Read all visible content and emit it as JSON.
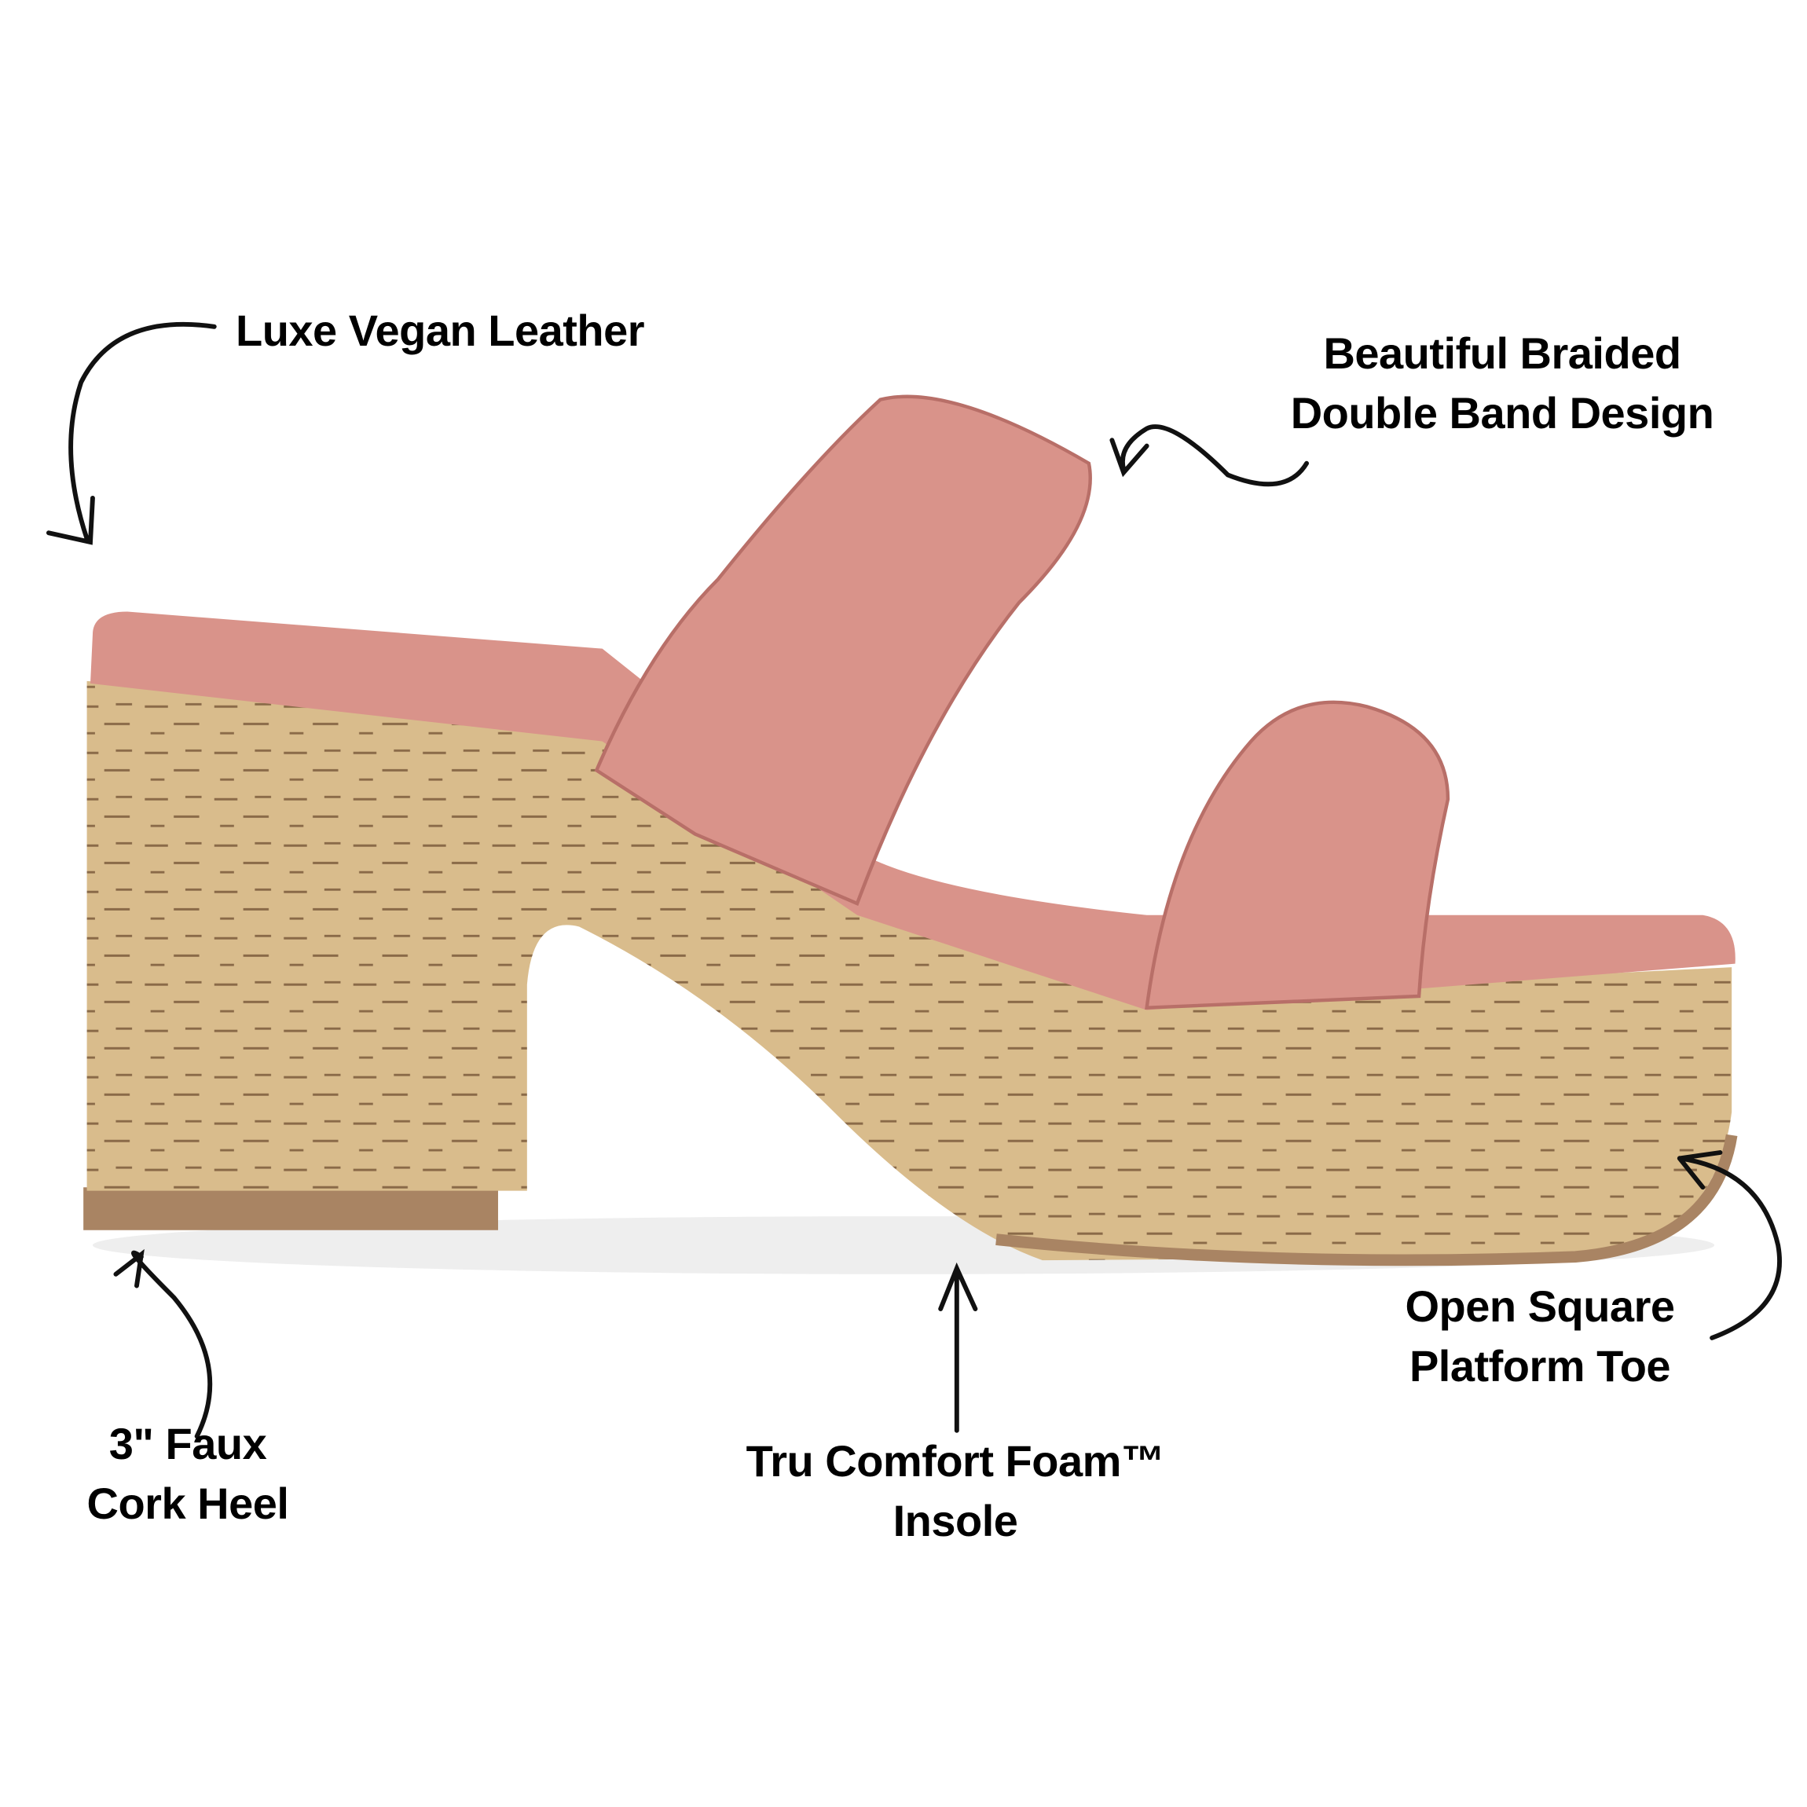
{
  "colors": {
    "leather": "#d9938a",
    "leather_dark": "#b86f68",
    "cork": "#d9bc8c",
    "cork_mark": "#7a5a3c",
    "sole": "#a98463",
    "text": "#000000"
  },
  "callouts": {
    "leather": {
      "line1": "Luxe Vegan Leather"
    },
    "braided": {
      "line1": "Beautiful Braided",
      "line2": "Double Band Design"
    },
    "heel": {
      "line1": "3\" Faux",
      "line2": "Cork Heel"
    },
    "insole": {
      "line1": "Tru Comfort Foam™",
      "line2": "Insole"
    },
    "toe": {
      "line1": "Open Square",
      "line2": "Platform Toe"
    }
  }
}
